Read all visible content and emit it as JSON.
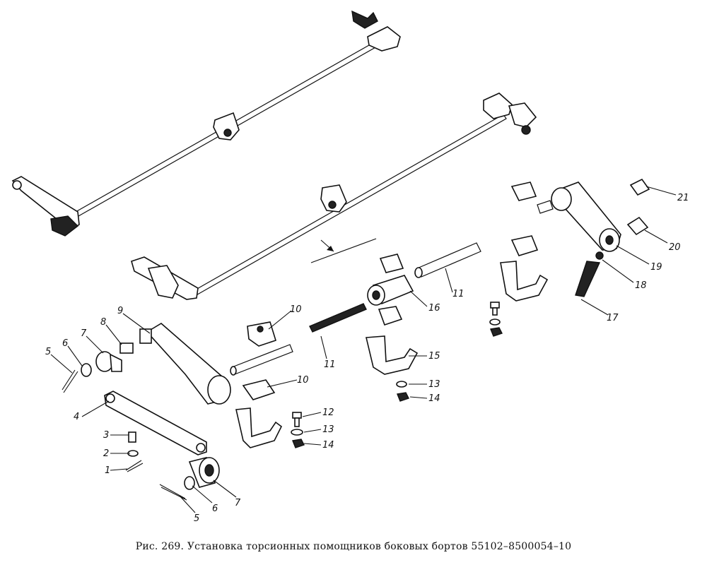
{
  "caption": "Рис. 269. Установка торсионных помощников боковых бортов 55102–8500054–10",
  "callouts": {
    "c1": "1",
    "c2": "2",
    "c3": "3",
    "c4": "4",
    "c5a": "5",
    "c5b": "5",
    "c6a": "6",
    "c6b": "6",
    "c7a": "7",
    "c7b": "7",
    "c8": "8",
    "c9": "9",
    "c10a": "10",
    "c10b": "10",
    "c11a": "11",
    "c11b": "11",
    "c12": "12",
    "c13a": "13",
    "c13b": "13",
    "c14a": "14",
    "c14b": "14",
    "c15": "15",
    "c16": "16",
    "c17": "17",
    "c18": "18",
    "c19": "19",
    "c20": "20",
    "c21": "21"
  }
}
